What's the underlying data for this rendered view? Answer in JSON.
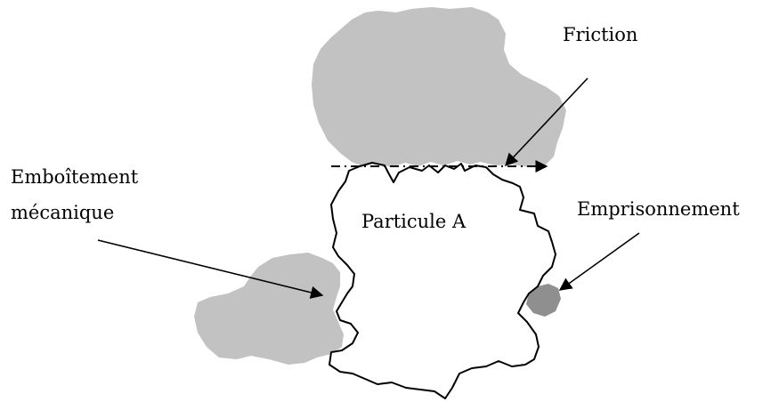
{
  "diagram": {
    "labels": {
      "friction": "Friction",
      "emboitement_line1": "Emboîtement",
      "emboitement_line2": "mécanique",
      "emprisonnement": "Emprisonnement",
      "particle_a": "Particule A"
    },
    "colors": {
      "grey_particle": "#c2c2c2",
      "dark_particle": "#8f8f8f",
      "outline": "#000000",
      "background": "#ffffff"
    }
  }
}
